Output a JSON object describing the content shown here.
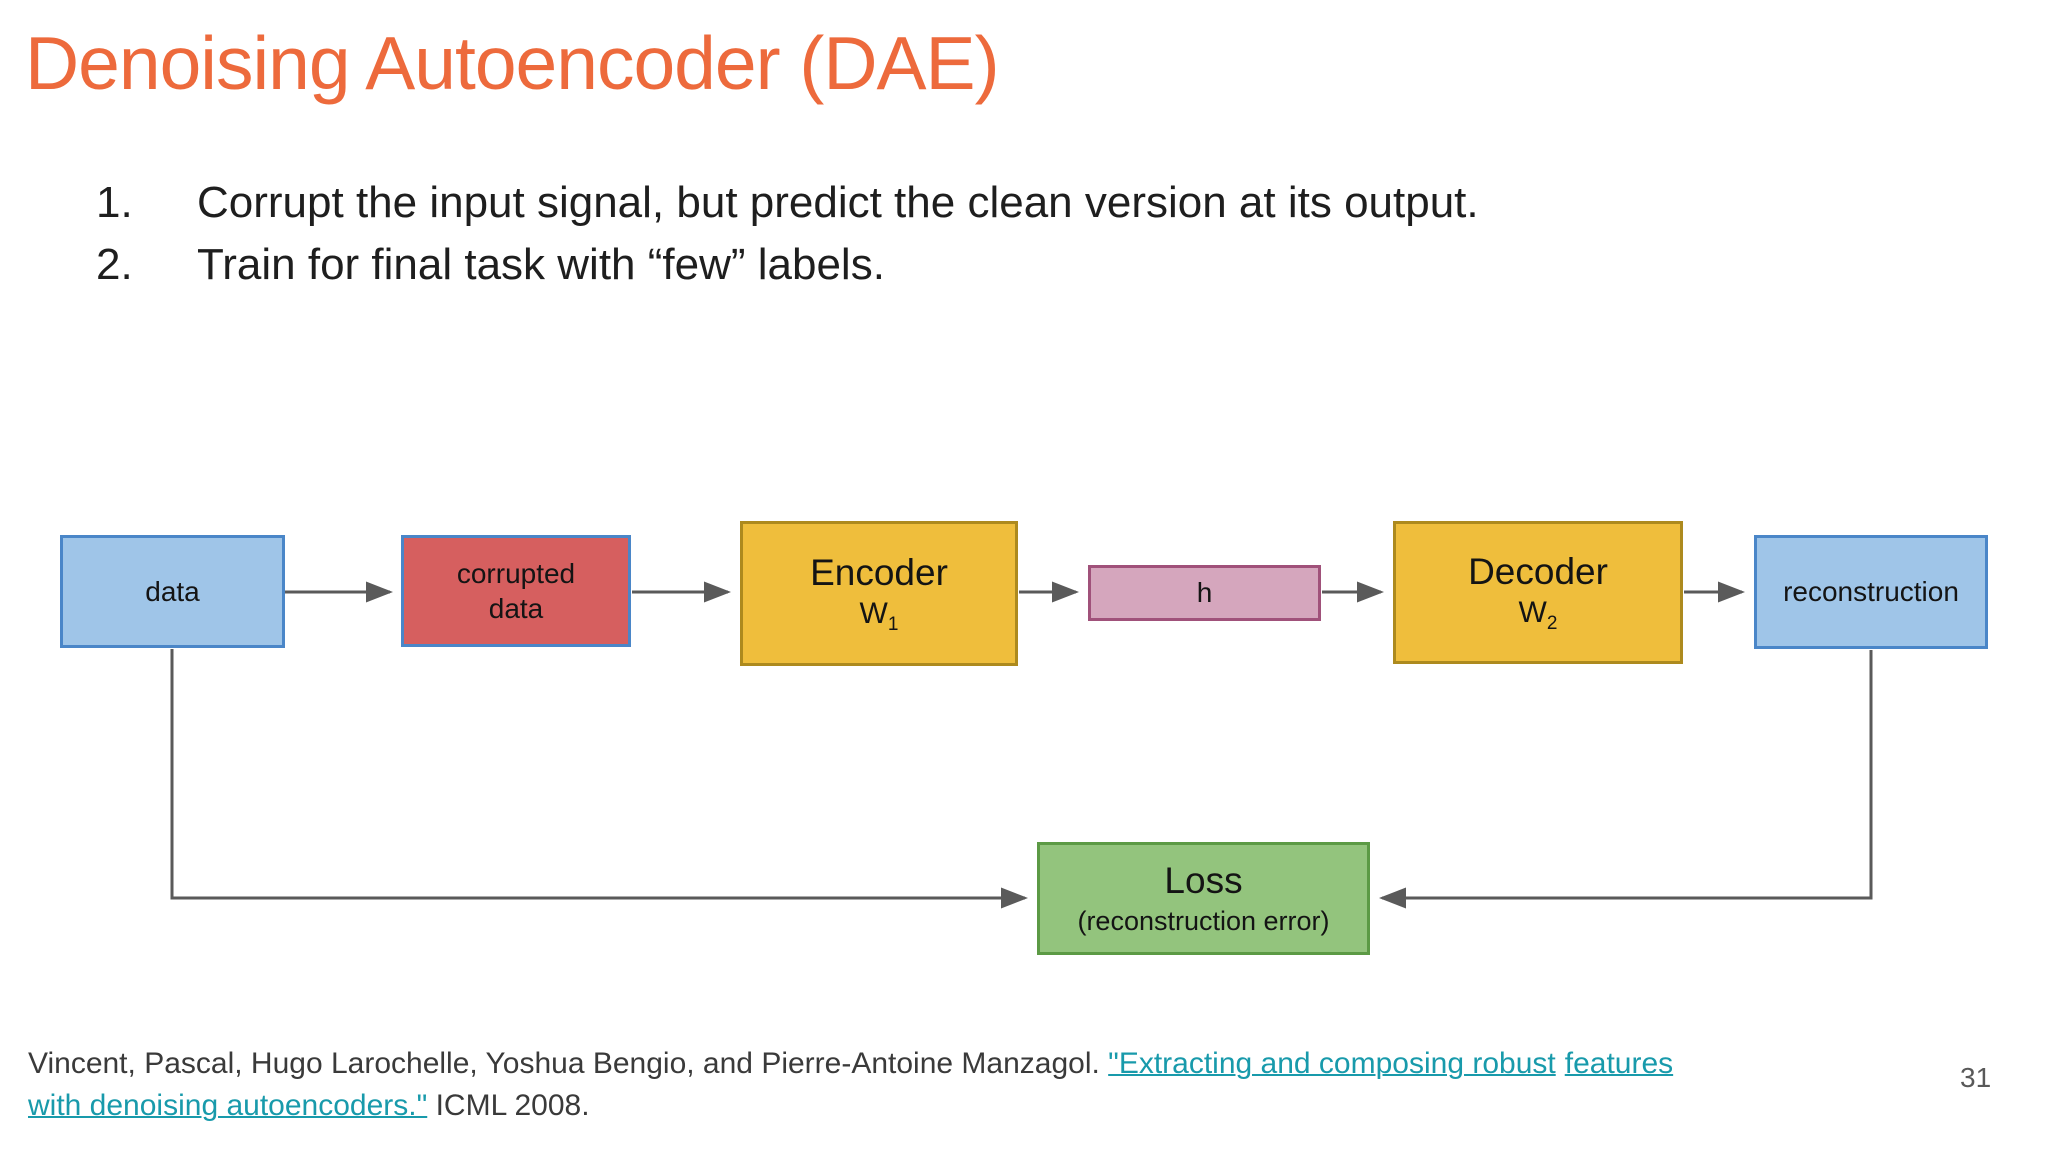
{
  "slide": {
    "title": "Denoising Autoencoder (DAE)",
    "page_number": "31"
  },
  "bullets": [
    {
      "number": "1.",
      "text": "Corrupt the input signal, but predict the clean version at its output."
    },
    {
      "number": "2.",
      "text": "Train for final task with “few” labels."
    }
  ],
  "diagram": {
    "nodes": {
      "data": {
        "label": "data",
        "fill": "#9FC5E8",
        "border": "#4A86C8"
      },
      "corrupted": {
        "line1": "corrupted",
        "line2": "data",
        "fill": "#D65F5F",
        "border": "#4A86C8"
      },
      "encoder": {
        "label": "Encoder",
        "weight_base": "W",
        "weight_sub": "1",
        "fill": "#EFBE3C",
        "border": "#AD8A1E"
      },
      "h": {
        "label": "h",
        "fill": "#D5A6BD",
        "border": "#A0517A"
      },
      "decoder": {
        "label": "Decoder",
        "weight_base": "W",
        "weight_sub": "2",
        "fill": "#EFBE3C",
        "border": "#AD8A1E"
      },
      "reconstruction": {
        "label": "reconstruction",
        "fill": "#9FC5E8",
        "border": "#4A86C8"
      },
      "loss": {
        "label": "Loss",
        "sublabel": "(reconstruction error)",
        "fill": "#93C47D",
        "border": "#5C9A45"
      }
    },
    "arrow_color": "#5A5A5A"
  },
  "citation": {
    "line1_text": "Vincent, Pascal, Hugo Larochelle, Yoshua Bengio, and Pierre-Antoine Manzagol. ",
    "line1_link_a": "\"Extracting and composing robust",
    "line1_link_b": "features",
    "line2_link": "with denoising autoencoders.\"",
    "line2_text": " ICML 2008."
  },
  "colors": {
    "title": "#ED6A3C",
    "link": "#189AAB",
    "body_text": "#1E1E1E",
    "citation_text": "#3A3A3A",
    "page_number": "#595959",
    "arrow": "#5A5A5A"
  }
}
